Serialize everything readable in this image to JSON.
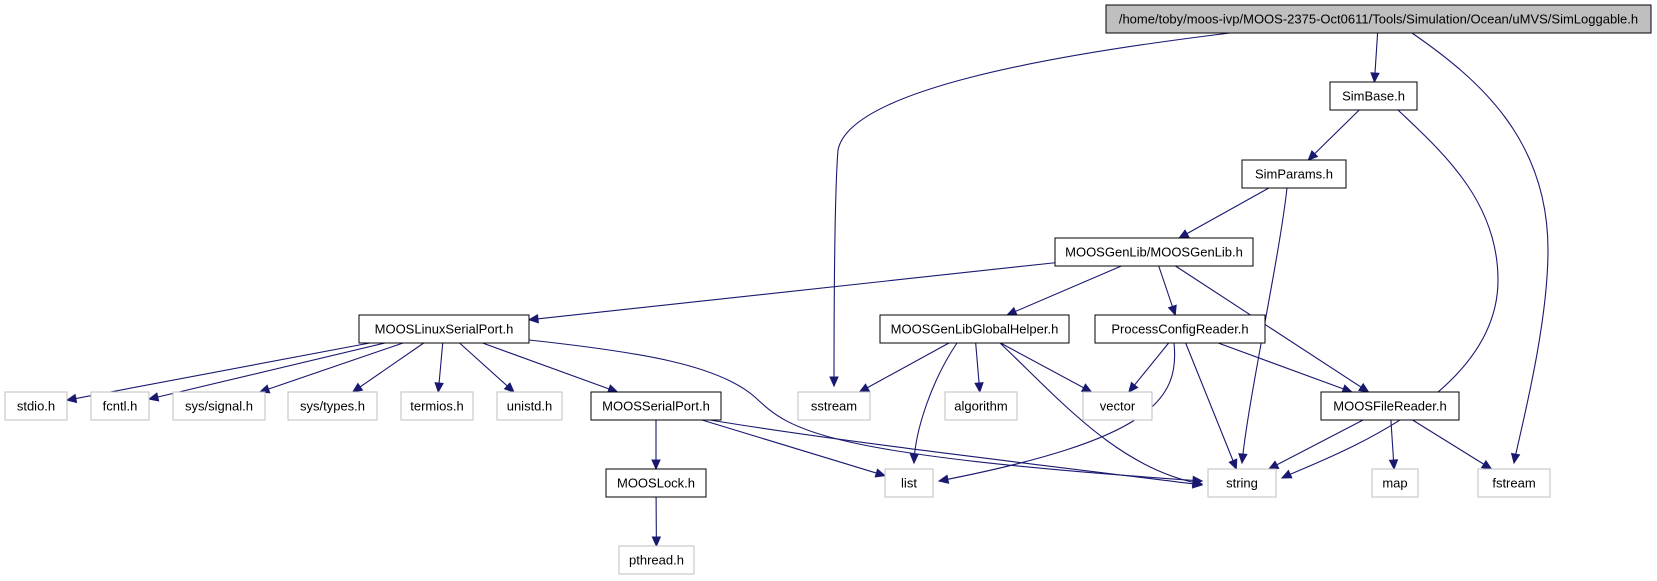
{
  "nodes": [
    {
      "id": "root",
      "label": "/home/toby/moos-ivp/MOOS-2375-Oct0611/Tools/Simulation/Ocean/uMVS/SimLoggable.h",
      "kind": "main"
    },
    {
      "id": "simbase",
      "label": "SimBase.h",
      "kind": "local"
    },
    {
      "id": "simparams",
      "label": "SimParams.h",
      "kind": "local"
    },
    {
      "id": "moosgenlib",
      "label": "MOOSGenLib/MOOSGenLib.h",
      "kind": "local"
    },
    {
      "id": "linuxserial",
      "label": "MOOSLinuxSerialPort.h",
      "kind": "local"
    },
    {
      "id": "globalhelper",
      "label": "MOOSGenLibGlobalHelper.h",
      "kind": "local"
    },
    {
      "id": "procconfig",
      "label": "ProcessConfigReader.h",
      "kind": "local"
    },
    {
      "id": "filereader",
      "label": "MOOSFileReader.h",
      "kind": "local"
    },
    {
      "id": "serialport",
      "label": "MOOSSerialPort.h",
      "kind": "local"
    },
    {
      "id": "lock",
      "label": "MOOSLock.h",
      "kind": "local"
    },
    {
      "id": "stdio",
      "label": "stdio.h",
      "kind": "system"
    },
    {
      "id": "fcntl",
      "label": "fcntl.h",
      "kind": "system"
    },
    {
      "id": "signal",
      "label": "sys/signal.h",
      "kind": "system"
    },
    {
      "id": "types",
      "label": "sys/types.h",
      "kind": "system"
    },
    {
      "id": "termios",
      "label": "termios.h",
      "kind": "system"
    },
    {
      "id": "unistd",
      "label": "unistd.h",
      "kind": "system"
    },
    {
      "id": "sstream",
      "label": "sstream",
      "kind": "system"
    },
    {
      "id": "algorithm",
      "label": "algorithm",
      "kind": "system"
    },
    {
      "id": "vector",
      "label": "vector",
      "kind": "system"
    },
    {
      "id": "list",
      "label": "list",
      "kind": "system"
    },
    {
      "id": "string",
      "label": "string",
      "kind": "system"
    },
    {
      "id": "map",
      "label": "map",
      "kind": "system"
    },
    {
      "id": "fstream",
      "label": "fstream",
      "kind": "system"
    },
    {
      "id": "pthread",
      "label": "pthread.h",
      "kind": "system"
    }
  ],
  "edges": [
    {
      "from": "root",
      "to": "simbase"
    },
    {
      "from": "root",
      "to": "sstream"
    },
    {
      "from": "root",
      "to": "fstream"
    },
    {
      "from": "simbase",
      "to": "simparams"
    },
    {
      "from": "simbase",
      "to": "string"
    },
    {
      "from": "simparams",
      "to": "moosgenlib"
    },
    {
      "from": "simparams",
      "to": "string"
    },
    {
      "from": "moosgenlib",
      "to": "linuxserial"
    },
    {
      "from": "moosgenlib",
      "to": "globalhelper"
    },
    {
      "from": "moosgenlib",
      "to": "procconfig"
    },
    {
      "from": "moosgenlib",
      "to": "filereader"
    },
    {
      "from": "linuxserial",
      "to": "stdio"
    },
    {
      "from": "linuxserial",
      "to": "fcntl"
    },
    {
      "from": "linuxserial",
      "to": "signal"
    },
    {
      "from": "linuxserial",
      "to": "types"
    },
    {
      "from": "linuxserial",
      "to": "termios"
    },
    {
      "from": "linuxserial",
      "to": "unistd"
    },
    {
      "from": "linuxserial",
      "to": "serialport"
    },
    {
      "from": "linuxserial",
      "to": "string"
    },
    {
      "from": "globalhelper",
      "to": "sstream"
    },
    {
      "from": "globalhelper",
      "to": "algorithm"
    },
    {
      "from": "globalhelper",
      "to": "vector"
    },
    {
      "from": "globalhelper",
      "to": "list"
    },
    {
      "from": "globalhelper",
      "to": "string"
    },
    {
      "from": "procconfig",
      "to": "vector"
    },
    {
      "from": "procconfig",
      "to": "list"
    },
    {
      "from": "procconfig",
      "to": "string"
    },
    {
      "from": "procconfig",
      "to": "filereader"
    },
    {
      "from": "filereader",
      "to": "string"
    },
    {
      "from": "filereader",
      "to": "map"
    },
    {
      "from": "filereader",
      "to": "fstream"
    },
    {
      "from": "serialport",
      "to": "lock"
    },
    {
      "from": "serialport",
      "to": "list"
    },
    {
      "from": "serialport",
      "to": "string"
    },
    {
      "from": "lock",
      "to": "pthread"
    }
  ],
  "colors": {
    "edge": "#191970",
    "main_fill": "#bfbfbf",
    "local_border": "#000000",
    "system_border": "#bfbfbf"
  }
}
